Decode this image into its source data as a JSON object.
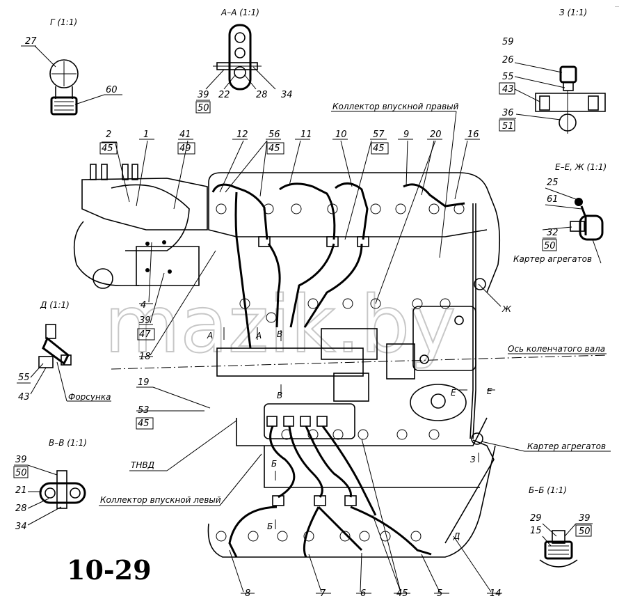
{
  "page_number": "10-29",
  "watermark": "mazik.by",
  "corner_mark": "…",
  "view_titles": {
    "g": "Г (1:1)",
    "aa": "А–А (1:1)",
    "z": "З (1:1)",
    "ee": "Е–Е, Ж (1:1)",
    "d": "Д (1:1)",
    "vv": "В–В (1:1)",
    "bb": "Б–Б (1:1)"
  },
  "captions": {
    "collector_right": "Коллектор впускной правый",
    "collector_left": "Коллектор впускной левый",
    "crankshaft_axis": "Ось коленчатого вала",
    "karter_1": "Картер агрегатов",
    "karter_2": "Картер агрегатов",
    "tnvd": "ТНВД",
    "forsunka": "Форсунка"
  },
  "section_letters": {
    "a1": "А",
    "a2": "А",
    "v1": "В",
    "v2": "В",
    "b1": "Б",
    "b2": "Б",
    "e1": "Е",
    "e2": "Е",
    "zh": "Ж",
    "z": "З",
    "d": "Д"
  },
  "callouts": {
    "g_27": "27",
    "g_60": "60",
    "aa_39": "39",
    "aa_50": "50",
    "aa_22": "22",
    "aa_28": "28",
    "aa_34": "34",
    "z_59": "59",
    "z_26": "26",
    "z_55": "55",
    "z_43": "43",
    "z_36": "36",
    "z_51": "51",
    "ee_25": "25",
    "ee_61": "61",
    "ee_32": "32",
    "ee_50": "50",
    "d_55": "55",
    "d_43": "43",
    "vv_39": "39",
    "vv_50": "50",
    "vv_21": "21",
    "vv_28": "28",
    "vv_34": "34",
    "bb_29": "29",
    "bb_15": "15",
    "bb_39": "39",
    "bb_50": "50",
    "m_2": "2",
    "m_45a": "45",
    "m_1": "1",
    "m_41": "41",
    "m_49": "49",
    "m_12": "12",
    "m_56": "56",
    "m_45b": "45",
    "m_11": "11",
    "m_10": "10",
    "m_57": "57",
    "m_45c": "45",
    "m_9": "9",
    "m_20": "20",
    "m_16": "16",
    "m_4": "4",
    "m_39": "39",
    "m_47": "47",
    "m_18": "18",
    "m_19": "19",
    "m_53": "53",
    "m_45d": "45",
    "m_8": "8",
    "m_7": "7",
    "m_6": "6",
    "m_45e": "45",
    "m_5": "5",
    "m_14": "14"
  }
}
